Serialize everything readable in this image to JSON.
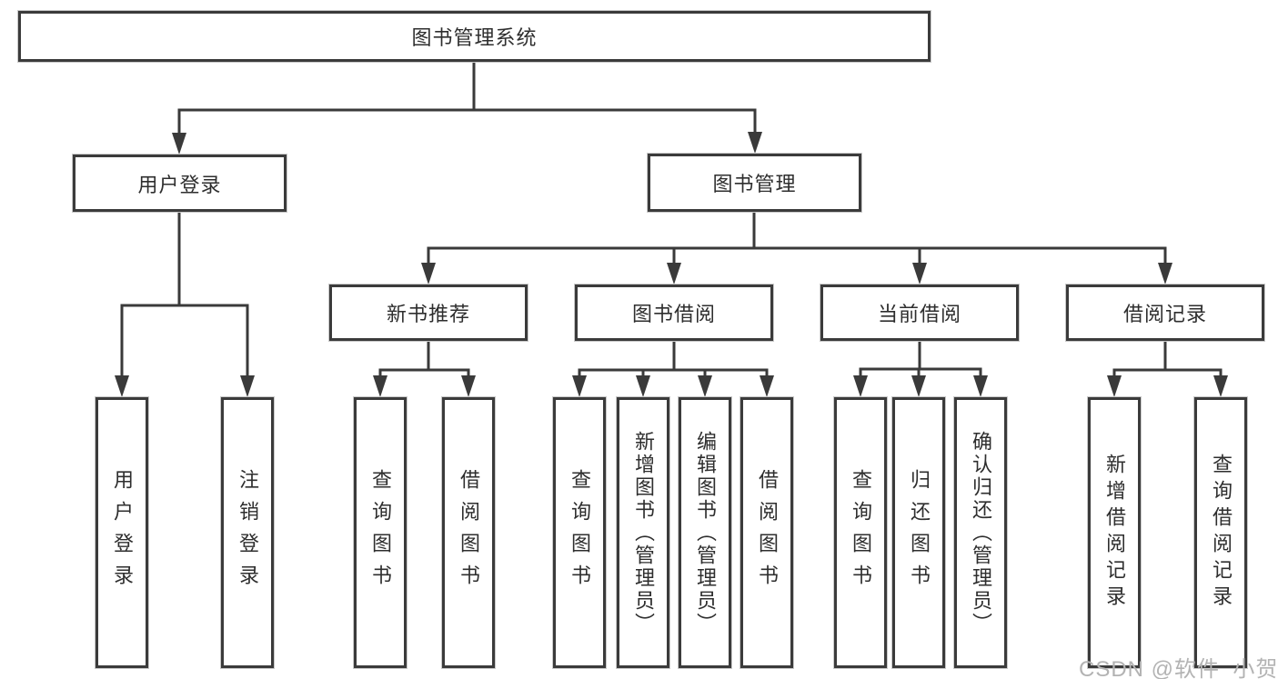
{
  "diagram": {
    "root": {
      "label": "图书管理系统"
    },
    "branches": [
      {
        "label": "用户登录",
        "children": [
          {
            "label": "用户登录"
          },
          {
            "label": "注销登录"
          }
        ]
      },
      {
        "label": "图书管理",
        "children": [
          {
            "label": "新书推荐",
            "children": [
              {
                "label": "查询图书"
              },
              {
                "label": "借阅图书"
              }
            ]
          },
          {
            "label": "图书借阅",
            "children": [
              {
                "label": "查询图书"
              },
              {
                "label": "新增图书（管理员）"
              },
              {
                "label": "编辑图书（管理员）"
              },
              {
                "label": "借阅图书"
              }
            ]
          },
          {
            "label": "当前借阅",
            "children": [
              {
                "label": "查询图书"
              },
              {
                "label": "归还图书"
              },
              {
                "label": "确认归还（管理员）"
              }
            ]
          },
          {
            "label": "借阅记录",
            "children": [
              {
                "label": "新增借阅记录"
              },
              {
                "label": "查询借阅记录"
              }
            ]
          }
        ]
      }
    ]
  },
  "watermark": "CSDN @软件_小贺同学",
  "colors": {
    "background": "#ffffff",
    "box_border": "#3b3b3b",
    "connector": "#3a3a3a",
    "text": "#2e2e2e",
    "watermark": "#b3b3b3"
  }
}
